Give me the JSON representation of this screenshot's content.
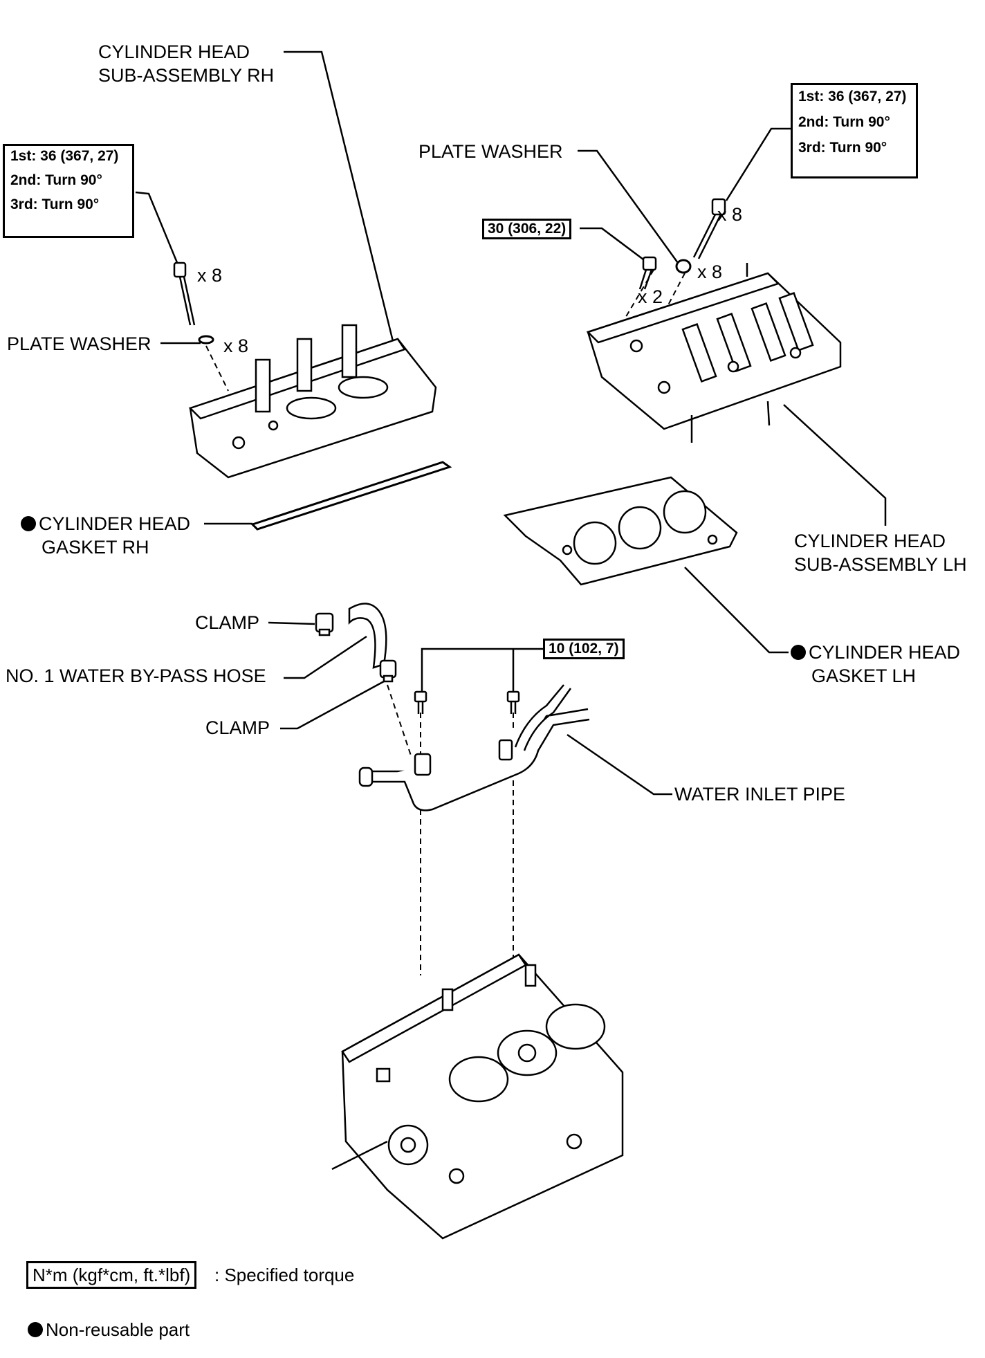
{
  "labels": {
    "head_rh": [
      "CYLINDER HEAD",
      "SUB-ASSEMBLY RH"
    ],
    "head_lh": [
      "CYLINDER HEAD",
      "SUB-ASSEMBLY LH"
    ],
    "plate_washer_left": "PLATE WASHER",
    "plate_washer_right": "PLATE WASHER",
    "gasket_rh": [
      "CYLINDER HEAD",
      "GASKET RH"
    ],
    "gasket_lh": [
      "CYLINDER HEAD",
      "GASKET LH"
    ],
    "clamp_top": "CLAMP",
    "clamp_bottom": "CLAMP",
    "bypass_hose": "NO. 1 WATER BY-PASS HOSE",
    "water_inlet_pipe": "WATER INLET PIPE"
  },
  "torque": {
    "left_bolt_box": [
      "1st: 36 (367, 27)",
      "2nd: Turn 90°",
      "3rd: Turn 90°"
    ],
    "right_bolt_box": [
      "1st: 36 (367, 27)",
      "2nd: Turn 90°",
      "3rd: Turn 90°"
    ],
    "small_bolt": "30 (306, 22)",
    "pipe_bolt": "10 (102, 7)"
  },
  "quantities": {
    "left_bolt": "x 8",
    "left_washer": "x 8",
    "right_bolt": "x 8",
    "right_washer": "x 8",
    "small_bolt": "x 2"
  },
  "legend": {
    "torque_box": "N*m (kgf*cm, ft.*lbf)",
    "torque_text": ": Specified torque",
    "non_reusable": "Non-reusable part"
  }
}
